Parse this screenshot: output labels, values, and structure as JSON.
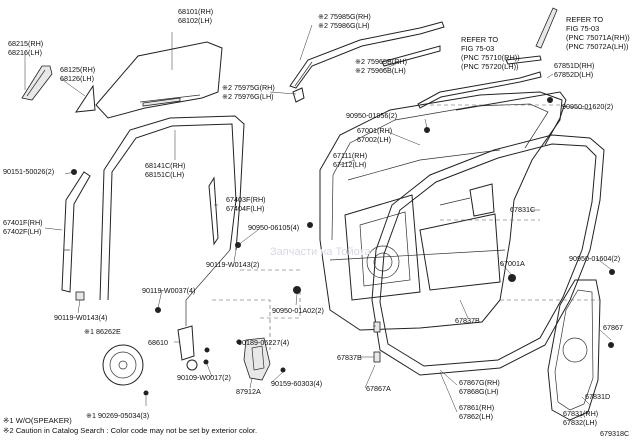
{
  "labels": {
    "p68101": "68101(RH)",
    "p68102": "68102(LH)",
    "p68215": "68215(RH)",
    "p68216": "68216(LH)",
    "p68125": "68125(RH)",
    "p68126": "68126(LH)",
    "p75985": "※2 75985G(RH)",
    "p75986": "※2 75986G(LH)",
    "p75965": "※2 75965B(RH)",
    "p75966": "※2 75966B(LH)",
    "p75975": "※2 75975G(RH)",
    "p75976": "※2 75976G(LH)",
    "p67851": "67851D(RH)",
    "p67852": "67852D(LH)",
    "p90950_01620": "90950-01620(2)",
    "p90950_01956": "90950-01956(2)",
    "p67001": "67001(RH)",
    "p67002": "67002(LH)",
    "p67111": "67111(RH)",
    "p67112": "67112(LH)",
    "p68141": "68141C(RH)",
    "p68151": "68151C(LH)",
    "p90151": "90151-50026(2)",
    "p67403": "67403F(RH)",
    "p67404": "67404F(LH)",
    "p67401": "67401F(RH)",
    "p67402": "67402F(LH)",
    "p90950_06105": "90950-06105(4)",
    "p90119_w0143_2": "90119-W0143(2)",
    "p67831c": "67831C",
    "p90950_01604": "90950-01604(2)",
    "p67001a": "67001A",
    "p90119_w0037": "90119-W0037(4)",
    "p90119_w0143_4": "90119-W0143(4)",
    "p90950_01a02": "90950-01A02(2)",
    "p67837b_top": "67837B",
    "p67867_r": "67867",
    "p86262": "※1 86262E",
    "p68610": "68610",
    "p90189": "90189-06227(4)",
    "p67837b_bot": "67837B",
    "p90109": "90109-W0017(2)",
    "p90159": "90159-60303(4)",
    "p87912": "87912A",
    "p67867a": "67867A",
    "p67867g": "67867G(RH)",
    "p67868g": "67868G(LH)",
    "p67831d": "67831D",
    "p90269": "※1 90269-05034(3)",
    "p67861": "67861(RH)",
    "p67862": "67862(LH)",
    "p67831": "67831(RH)",
    "p67832": "67832(LH)"
  },
  "refs": {
    "ref_top_right": [
      "REFER TO",
      "FIG 75-03",
      "(PNC 75071A(RH))",
      "(PNC 75072A(LH))"
    ],
    "ref_middle": [
      "REFER TO",
      "FIG 75-03",
      "(PNC 75710(RH))",
      "(PNC 75720(LH))"
    ]
  },
  "notes": {
    "note1": "※1 W/O(SPEAKER)",
    "note2": "※2 Caution in Catalog Search : Color code may not be set by exterior color."
  },
  "figure_code": "679318C",
  "watermark": "Запчасти на Тойота"
}
